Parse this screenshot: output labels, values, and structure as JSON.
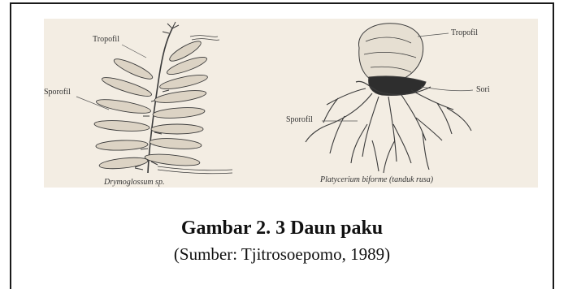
{
  "figure": {
    "left_plant": {
      "labels": {
        "tropofil": "Tropofil",
        "sporofil": "Sporofil"
      },
      "species": "Drymoglossum sp."
    },
    "right_plant": {
      "labels": {
        "tropofil": "Tropofil",
        "sori": "Sori",
        "sporofil": "Sporofil"
      },
      "species": "Platycerium biforme (tanduk rusa)"
    },
    "colors": {
      "paper": "#f3ede3",
      "ink": "#3a3a3a"
    }
  },
  "caption": {
    "title": "Gambar 2. 3 Daun paku",
    "source": "(Sumber: Tjitrosoepomo, 1989)"
  }
}
